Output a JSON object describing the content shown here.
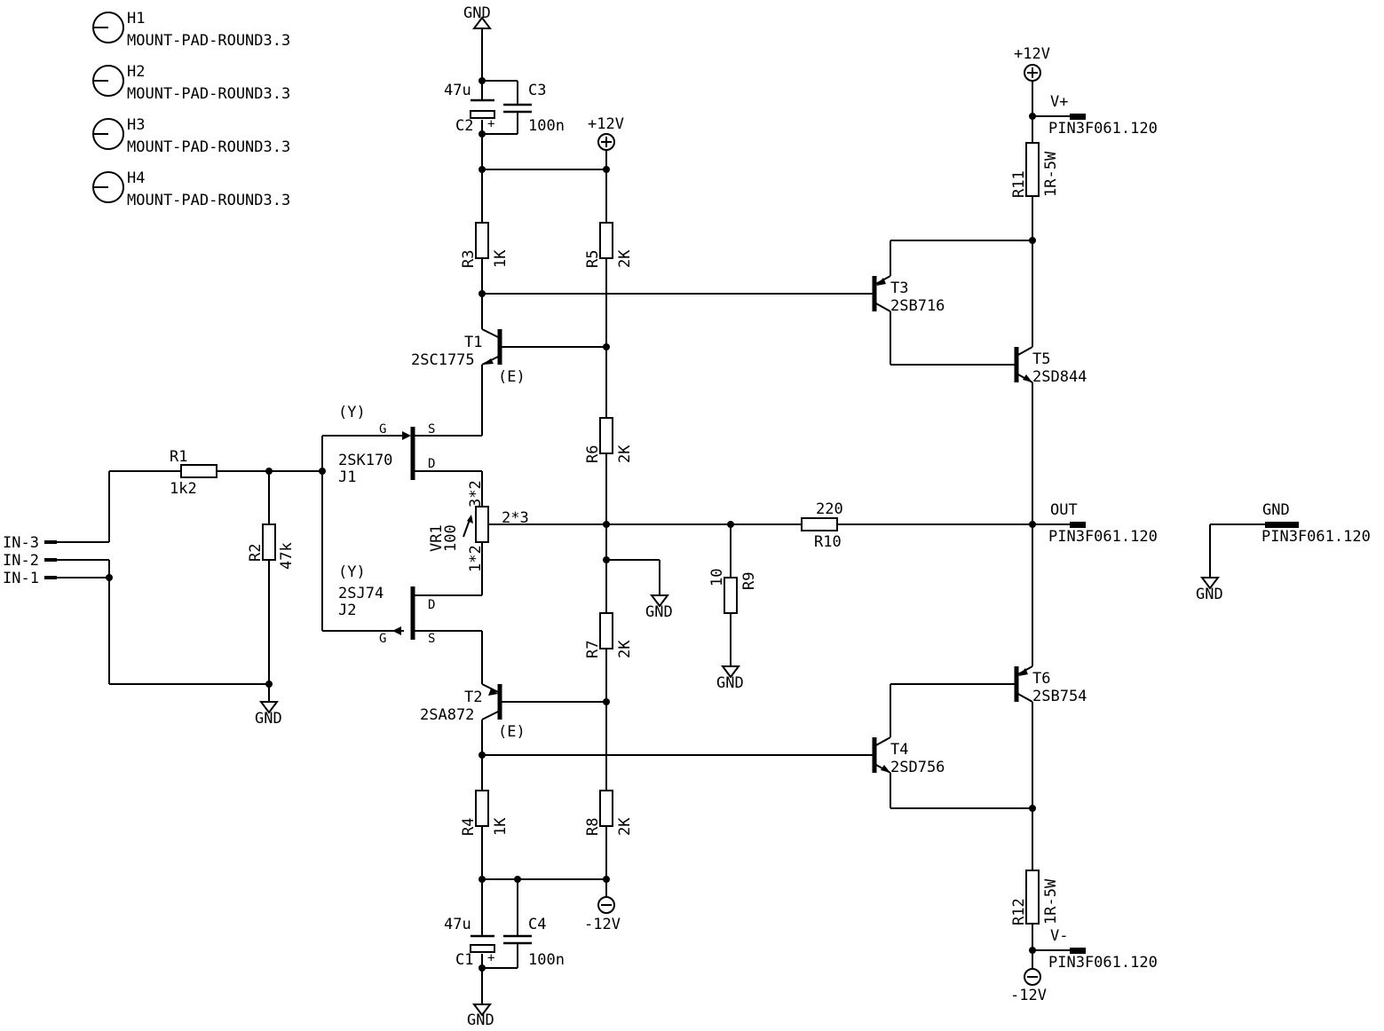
{
  "mounting_holes": [
    {
      "ref": "H1",
      "value": "MOUNT-PAD-ROUND3.3"
    },
    {
      "ref": "H2",
      "value": "MOUNT-PAD-ROUND3.3"
    },
    {
      "ref": "H3",
      "value": "MOUNT-PAD-ROUND3.3"
    },
    {
      "ref": "H4",
      "value": "MOUNT-PAD-ROUND3.3"
    }
  ],
  "power": {
    "gnd": "GND",
    "pos12": "+12V",
    "neg12": "-12V"
  },
  "inputs": [
    "IN-3",
    "IN-2",
    "IN-1"
  ],
  "resistors": {
    "R1": {
      "ref": "R1",
      "value": "1k2"
    },
    "R2": {
      "ref": "R2",
      "value": "47k"
    },
    "R3": {
      "ref": "R3",
      "value": "1K"
    },
    "R4": {
      "ref": "R4",
      "value": "1K"
    },
    "R5": {
      "ref": "R5",
      "value": "2K"
    },
    "R6": {
      "ref": "R6",
      "value": "2K"
    },
    "R7": {
      "ref": "R7",
      "value": "2K"
    },
    "R8": {
      "ref": "R8",
      "value": "2K"
    },
    "R9": {
      "ref": "R9",
      "value": "10"
    },
    "R10": {
      "ref": "R10",
      "value": "220"
    },
    "R11": {
      "ref": "R11",
      "value": "1R-5W"
    },
    "R12": {
      "ref": "R12",
      "value": "1R-5W"
    }
  },
  "capacitors": {
    "C1": {
      "ref": "C1",
      "value": "47u"
    },
    "C2": {
      "ref": "C2",
      "value": "47u"
    },
    "C3": {
      "ref": "C3",
      "value": "100n"
    },
    "C4": {
      "ref": "C4",
      "value": "100n"
    }
  },
  "transistors": {
    "T1": {
      "ref": "T1",
      "value": "2SC1775",
      "note": "(E)"
    },
    "T2": {
      "ref": "T2",
      "value": "2SA872",
      "note": "(E)"
    },
    "T3": {
      "ref": "T3",
      "value": "2SB716"
    },
    "T4": {
      "ref": "T4",
      "value": "2SD756"
    },
    "T5": {
      "ref": "T5",
      "value": "2SD844"
    },
    "T6": {
      "ref": "T6",
      "value": "2SB754"
    }
  },
  "jfets": {
    "J1": {
      "ref": "J1",
      "value": "2SK170",
      "grade": "(Y)",
      "pin_g": "G",
      "pin_s": "S",
      "pin_d": "D"
    },
    "J2": {
      "ref": "J2",
      "value": "2SJ74",
      "grade": "(Y)",
      "pin_g": "G",
      "pin_s": "S",
      "pin_d": "D"
    }
  },
  "trimmer": {
    "ref": "VR1",
    "value": "100",
    "pin1": "1*2",
    "pin2": "2*3",
    "pin3": "3*2"
  },
  "connectors": [
    {
      "name": "V+",
      "value": "PIN3F061.120"
    },
    {
      "name": "OUT",
      "value": "PIN3F061.120"
    },
    {
      "name": "GND",
      "value": "PIN3F061.120"
    },
    {
      "name": "V-",
      "value": "PIN3F061.120"
    }
  ],
  "plus_sign": "+"
}
